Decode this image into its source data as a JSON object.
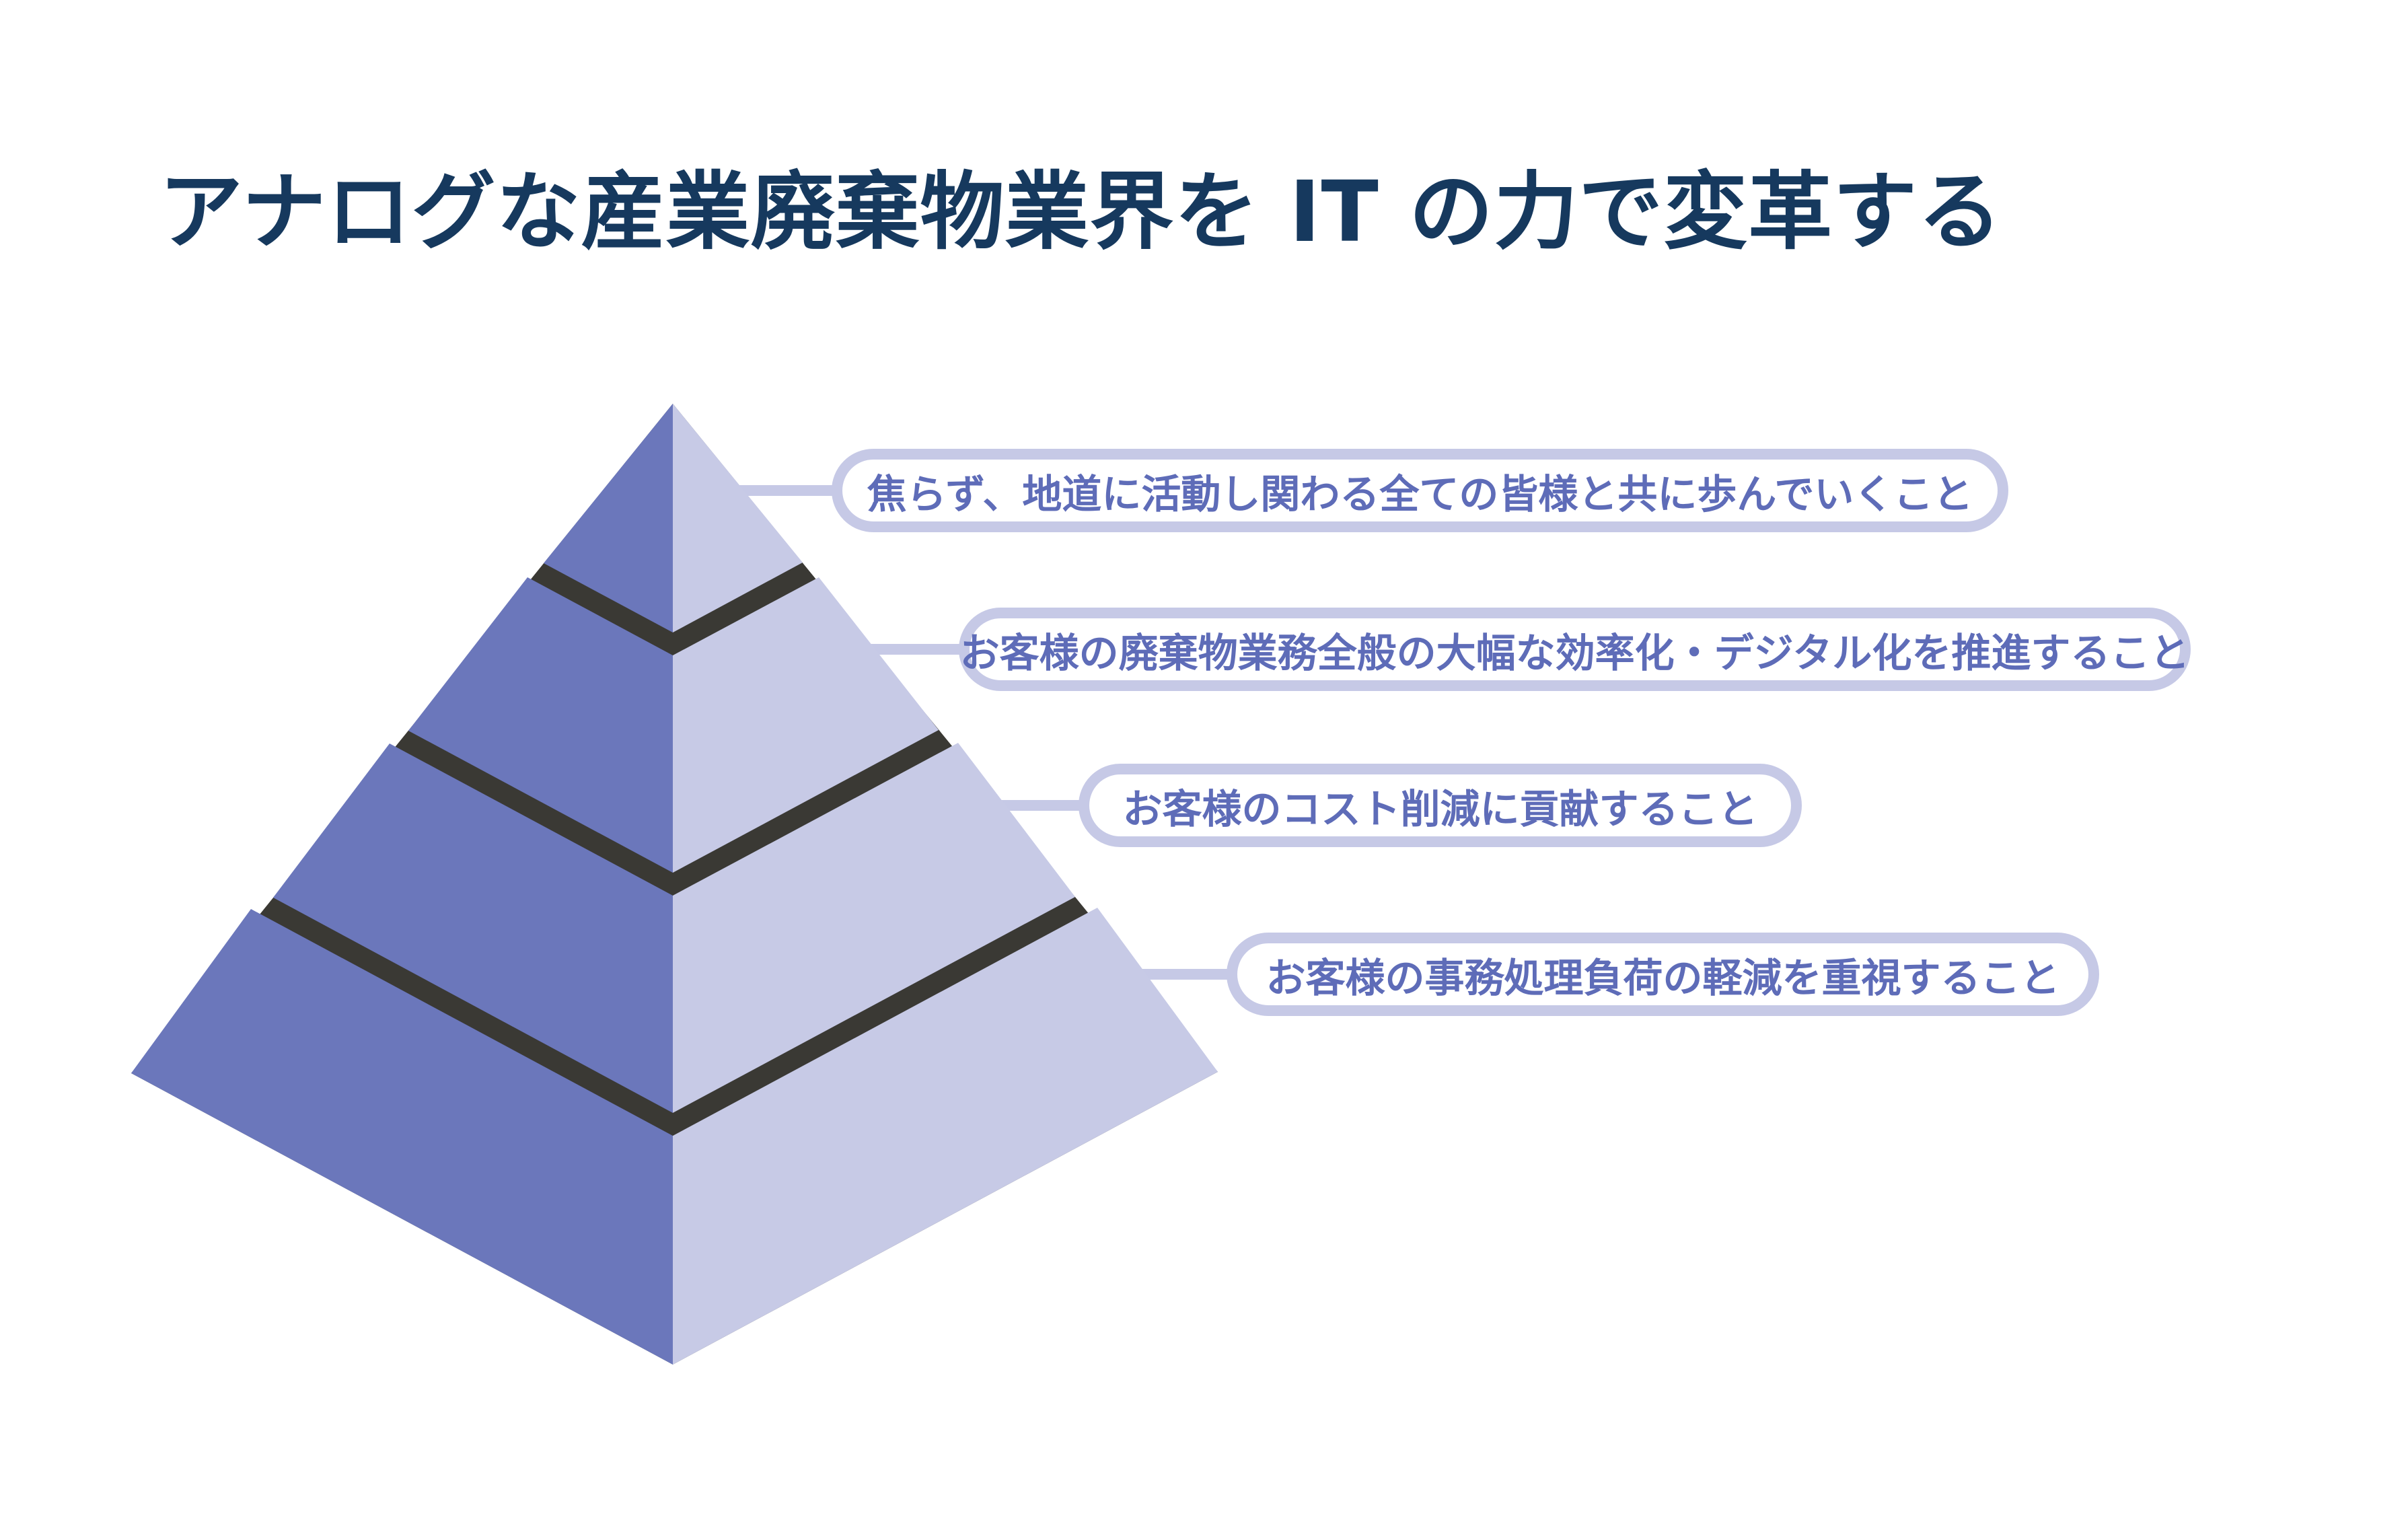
{
  "title": "アナログな産業廃棄物業界を IT の力で変革する",
  "diagram": {
    "type": "pyramid-3d",
    "levels": 4,
    "orientation": "labels-right"
  },
  "callouts": [
    {
      "level": 1,
      "label": "焦らず、地道に活動し関わる全ての皆様と共に歩んでいくこと"
    },
    {
      "level": 2,
      "label": "お客様の廃棄物業務全般の大幅な効率化・デジタル化を推進すること"
    },
    {
      "level": 3,
      "label": "お客様のコスト削減に貢献すること"
    },
    {
      "level": 4,
      "label": "お客様の事務処理負荷の軽減を重視すること"
    }
  ],
  "colors": {
    "background": "#ffffff",
    "title_text": "#16395e",
    "pyramid_left_face": "#6b77bb",
    "pyramid_right_face": "#c7cae6",
    "pyramid_separator": "#3a3934",
    "connector": "#c6c9e6",
    "callout_border": "#c6c9e6",
    "callout_fill": "#ffffff",
    "callout_text": "#5e6cb8"
  }
}
